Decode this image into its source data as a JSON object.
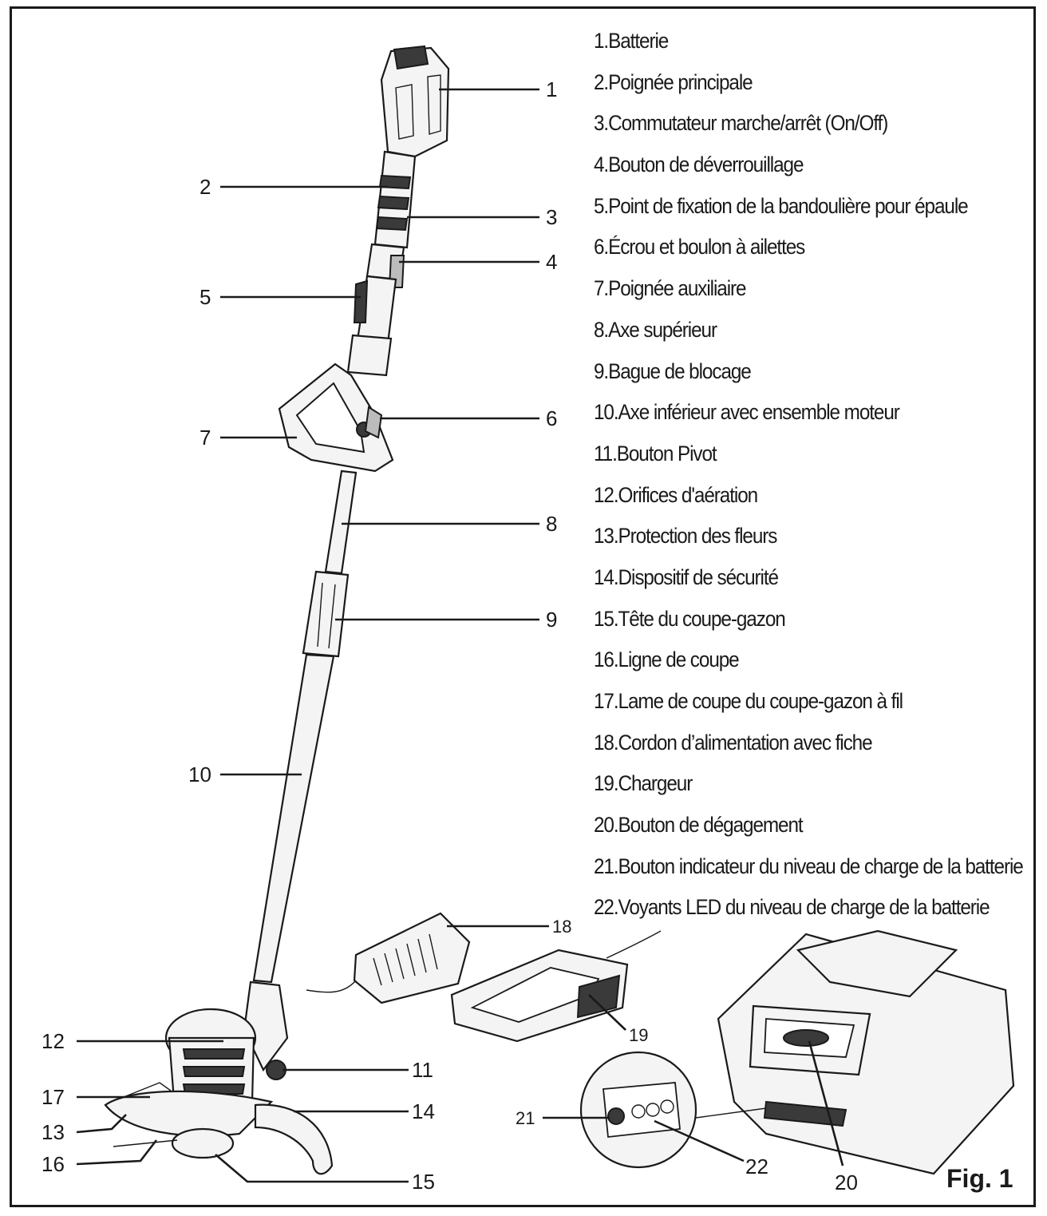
{
  "legend": [
    "1.Batterie",
    "2.Poignée principale",
    "3.Commutateur marche/arrêt (On/Off)",
    "4.Bouton de déverrouillage",
    "5.Point de fixation de la bandoulière pour épaule",
    "6.Écrou et boulon à ailettes",
    "7.Poignée auxiliaire",
    "8.Axe supérieur",
    "9.Bague de blocage",
    "10.Axe inférieur avec ensemble moteur",
    "11.Bouton Pivot",
    "12.Orifices d'aération",
    "13.Protection des fleurs",
    "14.Dispositif de sécurité",
    "15.Tête du coupe-gazon",
    "16.Ligne de coupe",
    "17.Lame de coupe du coupe-gazon à fil",
    "18.Cordon d’alimentation avec fiche",
    "19.Chargeur",
    "20.Bouton de dégagement",
    "21.Bouton indicateur du niveau de charge de la batterie",
    "22.Voyants LED du niveau de charge de la batterie"
  ],
  "callouts": {
    "c1": "1",
    "c2": "2",
    "c3": "3",
    "c4": "4",
    "c5": "5",
    "c6": "6",
    "c7": "7",
    "c8": "8",
    "c9": "9",
    "c10": "10",
    "c11": "11",
    "c12": "12",
    "c13": "13",
    "c14": "14",
    "c15": "15",
    "c16": "16",
    "c17": "17",
    "c18": "18",
    "c19": "19",
    "c20": "20",
    "c21": "21",
    "c22": "22"
  },
  "figure_label": "Fig. 1"
}
